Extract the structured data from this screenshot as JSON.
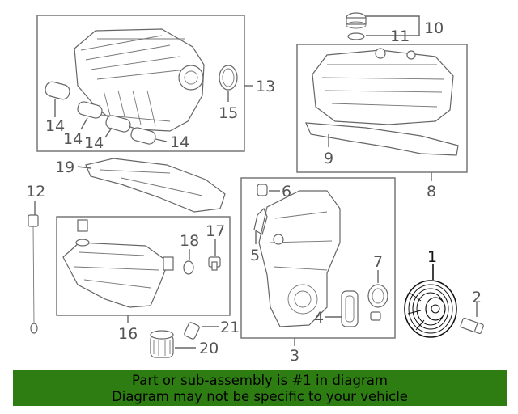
{
  "callouts": [
    {
      "id": "1",
      "text": "1",
      "highlighted": true
    },
    {
      "id": "2",
      "text": "2"
    },
    {
      "id": "3",
      "text": "3"
    },
    {
      "id": "4",
      "text": "4"
    },
    {
      "id": "5",
      "text": "5"
    },
    {
      "id": "6",
      "text": "6"
    },
    {
      "id": "7",
      "text": "7"
    },
    {
      "id": "8",
      "text": "8"
    },
    {
      "id": "9",
      "text": "9"
    },
    {
      "id": "10",
      "text": "10"
    },
    {
      "id": "11",
      "text": "11"
    },
    {
      "id": "12",
      "text": "12"
    },
    {
      "id": "13",
      "text": "13"
    },
    {
      "id": "14a",
      "text": "14"
    },
    {
      "id": "14b",
      "text": "14"
    },
    {
      "id": "14c",
      "text": "14"
    },
    {
      "id": "14d",
      "text": "14"
    },
    {
      "id": "15",
      "text": "15"
    },
    {
      "id": "16",
      "text": "16"
    },
    {
      "id": "17",
      "text": "17"
    },
    {
      "id": "18",
      "text": "18"
    },
    {
      "id": "19",
      "text": "19"
    },
    {
      "id": "20",
      "text": "20"
    },
    {
      "id": "21",
      "text": "21"
    }
  ],
  "banner": {
    "line1": "Part or sub-assembly is #1 in diagram",
    "line2": "Diagram may not be specific to your vehicle",
    "background": "#2e7d12"
  },
  "colors": {
    "line_art": "#666666",
    "highlight": "#111111"
  }
}
